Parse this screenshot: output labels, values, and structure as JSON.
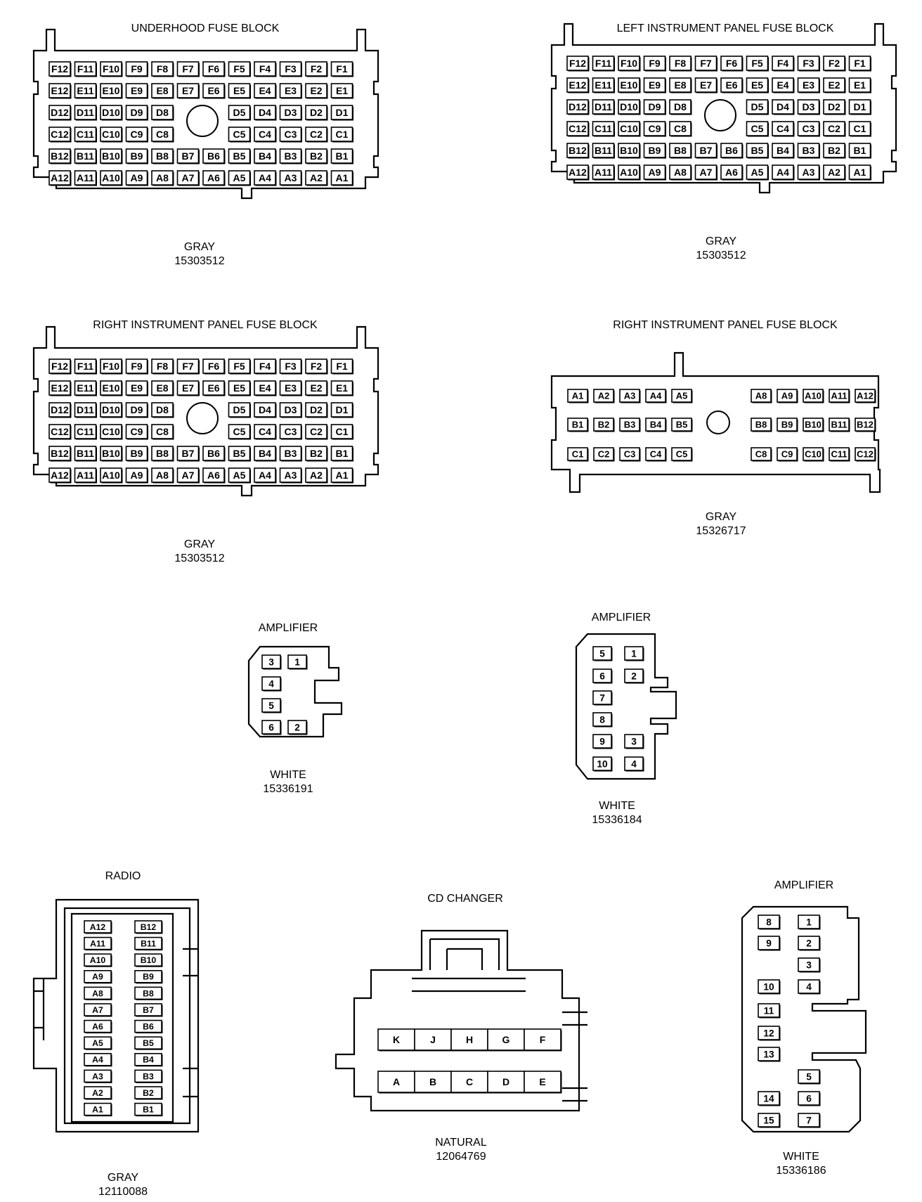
{
  "connectors": [
    {
      "id": "uh",
      "title": "UNDERHOOD FUSE BLOCK",
      "color": "GRAY",
      "part_number": "15303512",
      "rows": [
        [
          "F12",
          "F11",
          "F10",
          "F9",
          "F8",
          "F7",
          "F6",
          "F5",
          "F4",
          "F3",
          "F2",
          "F1"
        ],
        [
          "E12",
          "E11",
          "E10",
          "E9",
          "E8",
          "E7",
          "E6",
          "E5",
          "E4",
          "E3",
          "E2",
          "E1"
        ],
        [
          "D12",
          "D11",
          "D10",
          "D9",
          "D8",
          "",
          "",
          "D5",
          "D4",
          "D3",
          "D2",
          "D1"
        ],
        [
          "C12",
          "C11",
          "C10",
          "C9",
          "C8",
          "",
          "",
          "C5",
          "C4",
          "C3",
          "C2",
          "C1"
        ],
        [
          "B12",
          "B11",
          "B10",
          "B9",
          "B8",
          "B7",
          "B6",
          "B5",
          "B4",
          "B3",
          "B2",
          "B1"
        ],
        [
          "A12",
          "A11",
          "A10",
          "A9",
          "A8",
          "A7",
          "A6",
          "A5",
          "A4",
          "A3",
          "A2",
          "A1"
        ]
      ]
    },
    {
      "id": "lip",
      "title": "LEFT INSTRUMENT PANEL FUSE BLOCK",
      "color": "GRAY",
      "part_number": "15303512",
      "rows": [
        [
          "F12",
          "F11",
          "F10",
          "F9",
          "F8",
          "F7",
          "F6",
          "F5",
          "F4",
          "F3",
          "F2",
          "F1"
        ],
        [
          "E12",
          "E11",
          "E10",
          "E9",
          "E8",
          "E7",
          "E6",
          "E5",
          "E4",
          "E3",
          "E2",
          "E1"
        ],
        [
          "D12",
          "D11",
          "D10",
          "D9",
          "D8",
          "",
          "",
          "D5",
          "D4",
          "D3",
          "D2",
          "D1"
        ],
        [
          "C12",
          "C11",
          "C10",
          "C9",
          "C8",
          "",
          "",
          "C5",
          "C4",
          "C3",
          "C2",
          "C1"
        ],
        [
          "B12",
          "B11",
          "B10",
          "B9",
          "B8",
          "B7",
          "B6",
          "B5",
          "B4",
          "B3",
          "B2",
          "B1"
        ],
        [
          "A12",
          "A11",
          "A10",
          "A9",
          "A8",
          "A7",
          "A6",
          "A5",
          "A4",
          "A3",
          "A2",
          "A1"
        ]
      ]
    },
    {
      "id": "rip",
      "title": "RIGHT INSTRUMENT PANEL FUSE BLOCK",
      "color": "GRAY",
      "part_number": "15303512",
      "rows": [
        [
          "F12",
          "F11",
          "F10",
          "F9",
          "F8",
          "F7",
          "F6",
          "F5",
          "F4",
          "F3",
          "F2",
          "F1"
        ],
        [
          "E12",
          "E11",
          "E10",
          "E9",
          "E8",
          "E7",
          "E6",
          "E5",
          "E4",
          "E3",
          "E2",
          "E1"
        ],
        [
          "D12",
          "D11",
          "D10",
          "D9",
          "D8",
          "",
          "",
          "D5",
          "D4",
          "D3",
          "D2",
          "D1"
        ],
        [
          "C12",
          "C11",
          "C10",
          "C9",
          "C8",
          "",
          "",
          "C5",
          "C4",
          "C3",
          "C2",
          "C1"
        ],
        [
          "B12",
          "B11",
          "B10",
          "B9",
          "B8",
          "B7",
          "B6",
          "B5",
          "B4",
          "B3",
          "B2",
          "B1"
        ],
        [
          "A12",
          "A11",
          "A10",
          "A9",
          "A8",
          "A7",
          "A6",
          "A5",
          "A4",
          "A3",
          "A2",
          "A1"
        ]
      ]
    },
    {
      "id": "rip2",
      "title": "RIGHT INSTRUMENT PANEL FUSE BLOCK",
      "color": "GRAY",
      "part_number": "15326717",
      "rows": [
        [
          "A1",
          "A2",
          "A3",
          "A4",
          "A5",
          "",
          "A8",
          "A9",
          "A10",
          "A11",
          "A12"
        ],
        [
          "B1",
          "B2",
          "B3",
          "B4",
          "B5",
          "",
          "B8",
          "B9",
          "B10",
          "B11",
          "B12"
        ],
        [
          "C1",
          "C2",
          "C3",
          "C4",
          "C5",
          "",
          "C8",
          "C9",
          "C10",
          "C11",
          "C12"
        ]
      ]
    },
    {
      "id": "amp1",
      "title": "AMPLIFIER",
      "color": "WHITE",
      "part_number": "15336191",
      "rows": [
        [
          "3",
          "1"
        ],
        [
          "4",
          ""
        ],
        [
          "5",
          ""
        ],
        [
          "6",
          "2"
        ]
      ]
    },
    {
      "id": "amp2",
      "title": "AMPLIFIER",
      "color": "WHITE",
      "part_number": "15336184",
      "rows": [
        [
          "5",
          "1"
        ],
        [
          "6",
          "2"
        ],
        [
          "7",
          ""
        ],
        [
          "8",
          ""
        ],
        [
          "9",
          "3"
        ],
        [
          "10",
          "4"
        ]
      ]
    },
    {
      "id": "radio",
      "title": "RADIO",
      "color": "GRAY",
      "part_number": "12110088",
      "rows": [
        [
          "A12",
          "B12"
        ],
        [
          "A11",
          "B11"
        ],
        [
          "A10",
          "B10"
        ],
        [
          "A9",
          "B9"
        ],
        [
          "A8",
          "B8"
        ],
        [
          "A7",
          "B7"
        ],
        [
          "A6",
          "B6"
        ],
        [
          "A5",
          "B5"
        ],
        [
          "A4",
          "B4"
        ],
        [
          "A3",
          "B3"
        ],
        [
          "A2",
          "B2"
        ],
        [
          "A1",
          "B1"
        ]
      ]
    },
    {
      "id": "cd",
      "title": "CD CHANGER",
      "color": "NATURAL",
      "part_number": "12064769",
      "rows": [
        [
          "K",
          "J",
          "H",
          "G",
          "F"
        ],
        [
          "A",
          "B",
          "C",
          "D",
          "E"
        ]
      ]
    },
    {
      "id": "amp3",
      "title": "AMPLIFIER",
      "color": "WHITE",
      "part_number": "15336186",
      "rows": [
        [
          "8",
          "1"
        ],
        [
          "9",
          "2"
        ],
        [
          "",
          "3"
        ],
        [
          "10",
          "4"
        ],
        [
          "11",
          ""
        ],
        [
          "12",
          ""
        ],
        [
          "13",
          ""
        ],
        [
          "",
          "5"
        ],
        [
          "14",
          "6"
        ],
        [
          "15",
          "7"
        ]
      ]
    }
  ]
}
